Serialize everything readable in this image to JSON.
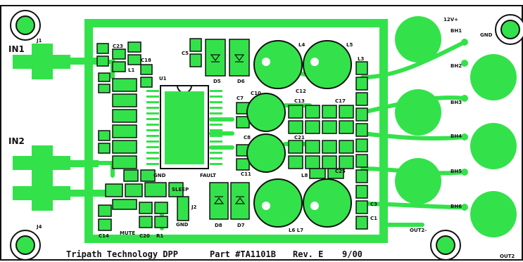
{
  "board": {
    "connectors": {
      "in1": "IN1",
      "in2": "IN2",
      "gnd_top": "GND",
      "gnd_bottom": "GND",
      "out2": "OUT2",
      "out2_minus": "OUT2-",
      "vcc": "12V+"
    },
    "footer": {
      "company": "Tripath Technology DPP",
      "part": "Part #TA1101B",
      "rev": "Rev. E",
      "date": "9/00"
    },
    "labels": {
      "j1": "J1",
      "j4": "J4",
      "j2": "J2",
      "c23": "C23",
      "l1": "L1",
      "c18": "C18",
      "u1": "U1",
      "c5": "C5",
      "d5": "D5",
      "d6": "D6",
      "d8": "D8",
      "d7": "D7",
      "l4": "L4",
      "l5": "L5",
      "l6l7": "L6 L7",
      "c7": "C7",
      "c10": "C10",
      "c8": "C8",
      "c11": "C11",
      "c12": "C12",
      "c13": "C13",
      "c17": "C17",
      "c21": "C21",
      "c25": "C25",
      "c14": "C14",
      "c20": "C20",
      "r1": "R1",
      "c3": "C3",
      "c1": "C1",
      "gnd": "GND",
      "fault": "FAULT",
      "sleep": "SLEEP",
      "gnd2": "GND",
      "mute": "MUTE",
      "bh1": "BH1",
      "bh2": "BH2",
      "bh3": "BH3",
      "bh4": "BH4",
      "bh5": "BH5",
      "bh6": "BH6",
      "l3": "L3",
      "l8": "L8"
    }
  },
  "colors": {
    "copper": "#33e24a",
    "silk": "#111111",
    "background": "#ffffff"
  }
}
